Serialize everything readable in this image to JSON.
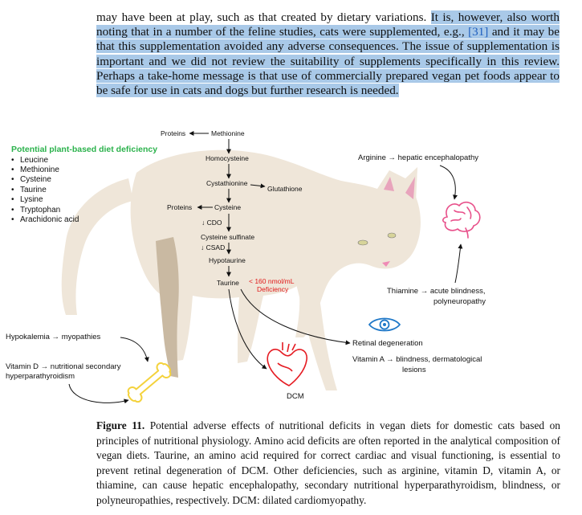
{
  "paragraph": {
    "plain": "may have been at play, such as that created by dietary variations. ",
    "highlight_1": "It is, however, also worth noting that in a number of the feline studies, cats were supplemented, e.g., ",
    "ref": "[31]",
    "highlight_2": " and it may be that this supplementation avoided any adverse consequences. The issue of supplementation is important and we did not review the suitability of supplements specifically in this review. Perhaps a take-home message is that use of commercially prepared vegan pet foods appear to be safe for use in cats and dogs but further research is needed."
  },
  "figure": {
    "deficiency_title": "Potential plant-based diet deficiency",
    "deficiency_list": [
      "Leucine",
      "Methionine",
      "Cysteine",
      "Taurine",
      "Lysine",
      "Tryptophan",
      "Arachidonic acid"
    ],
    "pathway": {
      "proteins_top": "Proteins",
      "methionine": "Methionine",
      "homocysteine": "Homocysteine",
      "cystathionine": "Cystathionine",
      "glutathione": "Glutathione",
      "proteins_mid": "Proteins",
      "cysteine": "Cysteine",
      "cdo": "↓ CDO",
      "cysteine_sulfinate": "Cysteine sulfinate",
      "csad": "↓ CSAD",
      "hypotaurine": "Hypotaurine",
      "taurine": "Taurine",
      "deficiency_threshold": "< 160 nmol/mL",
      "deficiency_label": "Deficiency"
    },
    "outcomes": {
      "arginine": "Arginine → hepatic encephalopathy",
      "thiamine_1": "Thiamine → acute blindness,",
      "thiamine_2": "polyneuropathy",
      "retinal": "Retinal degeneration",
      "vitamin_a_1": "Vitamin A → blindness, dermatological",
      "vitamin_a_2": "lesions",
      "hypokalemia": "Hypokalemia → myopathies",
      "vitamin_d_1": "Vitamin D → nutritional secondary",
      "vitamin_d_2": "hyperparathyroidism",
      "dcm": "DCM"
    },
    "icons": [
      "brain-icon",
      "eye-icon",
      "heart-icon",
      "bone-icon"
    ],
    "colors": {
      "cat_body": "#efe6d9",
      "cat_shade": "#c9b9a2",
      "deficiency_green": "#2bb24c",
      "deficiency_red": "#e01b1b",
      "brain_pink": "#e8508a",
      "eye_blue": "#1f78c8",
      "heart_red": "#e51c23",
      "bone_yellow": "#f4d23c"
    }
  },
  "caption": {
    "label": "Figure 11.",
    "text": " Potential adverse effects of nutritional deficits in vegan diets for domestic cats based on principles of nutritional physiology. Amino acid deficits are often reported in the analytical composition of vegan diets. Taurine, an amino acid required for correct cardiac and visual functioning, is essential to prevent retinal degeneration of DCM. Other deficiencies, such as arginine, vitamin D, vitamin A, or thiamine, can cause hepatic encephalopathy, secondary nutritional hyperparathyroidism, blindness, or polyneuropathies, respectively. DCM: dilated cardiomyopathy."
  }
}
